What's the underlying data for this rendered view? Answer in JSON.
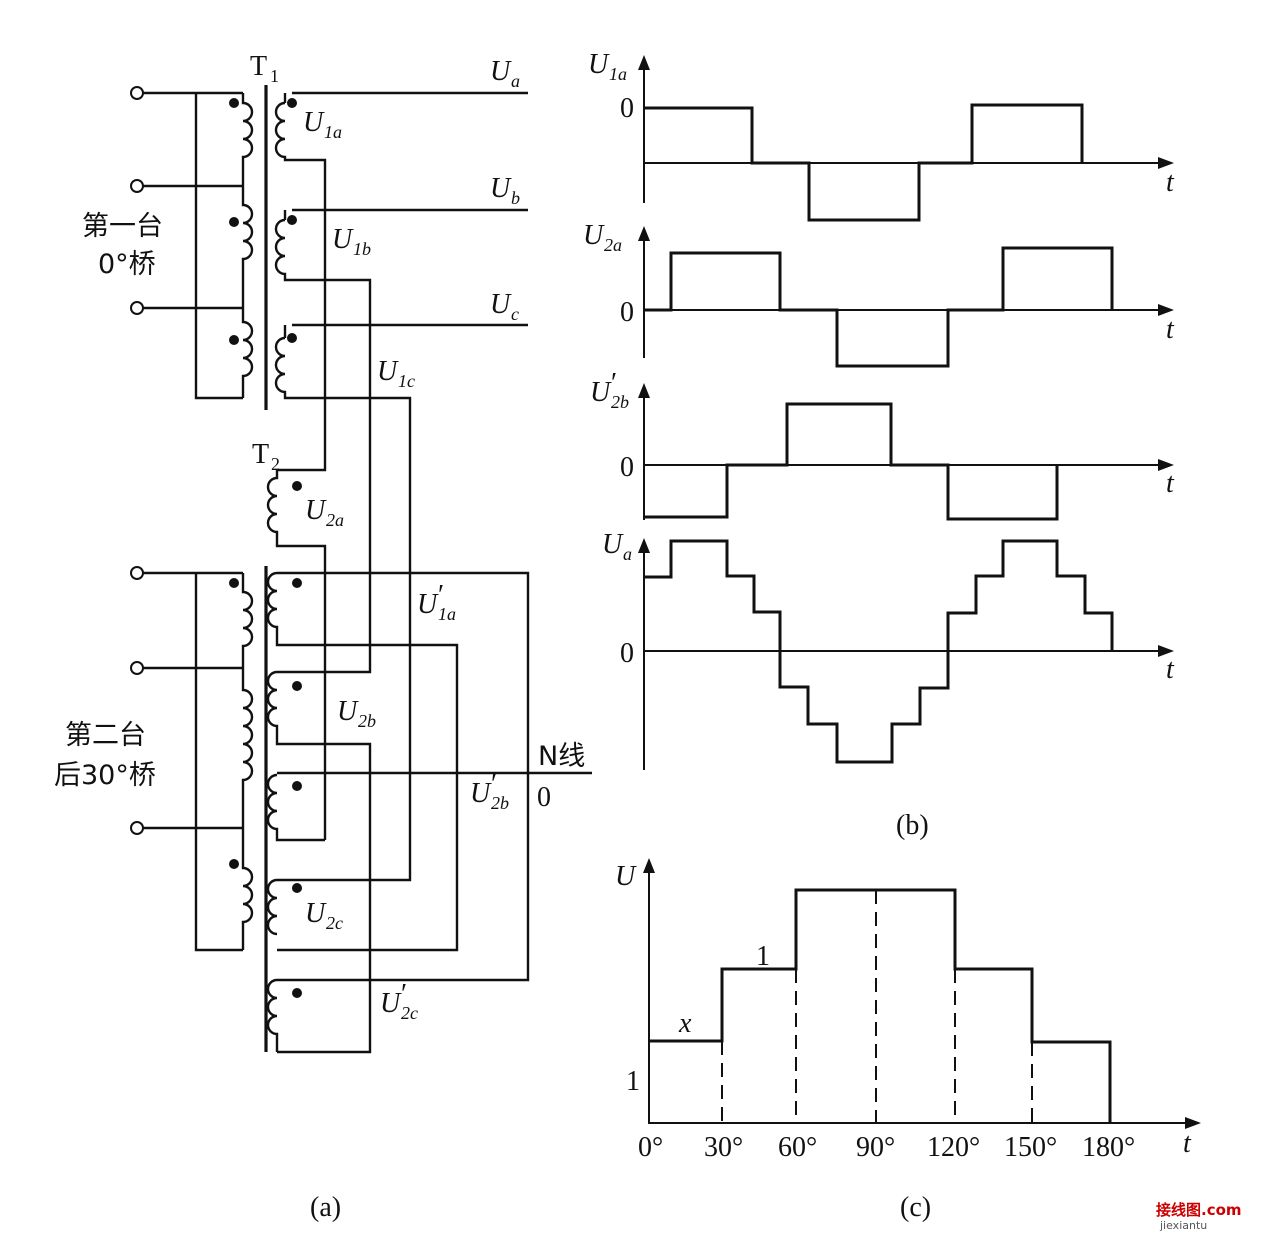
{
  "labels": {
    "T1": "T",
    "T1_sub": "1",
    "T2": "T",
    "T2_sub": "2",
    "Ua_out": "U",
    "Ua_out_sub": "a",
    "Ub_out": "U",
    "Ub_out_sub": "b",
    "Uc_out": "U",
    "Uc_out_sub": "c",
    "U1a": "U",
    "U1a_sub": "1a",
    "U1b": "U",
    "U1b_sub": "1b",
    "U1c": "U",
    "U1c_sub": "1c",
    "U2a": "U",
    "U2a_sub": "2a",
    "U1a_prime": "U",
    "U1a_prime_sub": "1a",
    "U2b": "U",
    "U2b_sub": "2b",
    "U2b_prime": "U",
    "U2b_prime_sub": "2b",
    "U2c": "U",
    "U2c_sub": "2c",
    "U2c_prime": "U",
    "U2c_prime_sub": "2c",
    "prime_mark": "′",
    "first_bridge_l1": "第一台",
    "first_bridge_l2": "0°桥",
    "second_bridge_l1": "第二台",
    "second_bridge_l2": "后30°桥",
    "n_line": "N线",
    "n_zero": "0"
  },
  "waveforms": {
    "g1_label": "U",
    "g1_sub": "1a",
    "g2_label": "U",
    "g2_sub": "2a",
    "g3_label": "U",
    "g3_sub": "2b",
    "g4_label": "U",
    "g4_sub": "a",
    "zero": "0",
    "t_label": "t"
  },
  "chart_c": {
    "y_label": "U",
    "t_label": "t",
    "ticks": [
      "0°",
      "30°",
      "60°",
      "90°",
      "120°",
      "150°",
      "180°"
    ],
    "label_x": "x",
    "label_one_step": "1",
    "label_one_axis": "1"
  },
  "captions": {
    "a": "(a)",
    "b": "(b)",
    "c": "(c)"
  },
  "watermark": {
    "main": "接线图.com",
    "sub": "jiexiantu"
  }
}
